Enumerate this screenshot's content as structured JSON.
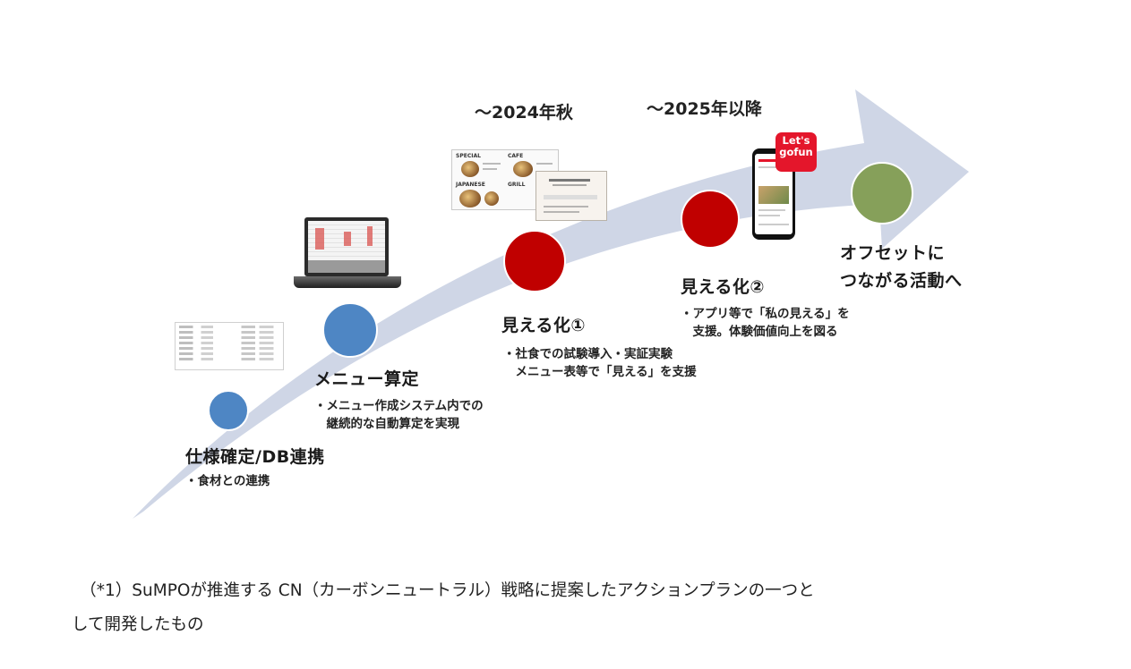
{
  "periods": {
    "p1": "～2024年秋",
    "p2": "～2025年以降"
  },
  "stages": [
    {
      "title": "仕様確定/DB連携",
      "notes": [
        "・食材との連携"
      ],
      "color": "#4e86c4"
    },
    {
      "title": "メニュー算定",
      "notes": [
        "・メニュー作成システム内での",
        "　継続的な自動算定を実現"
      ],
      "color": "#4e86c4"
    },
    {
      "title": "見える化①",
      "notes": [
        "・社食での試験導入・実証実験",
        "　メニュー表等で「見える」を支援"
      ],
      "color": "#c00000"
    },
    {
      "title": "見える化②",
      "notes": [
        "・アプリ等で「私の見える」を",
        "　支援。体験価値向上を図る"
      ],
      "color": "#c00000"
    },
    {
      "title_lines": [
        "オフセットに",
        "つながる活動へ"
      ],
      "color": "#86a05a"
    }
  ],
  "app_logo": {
    "line1": "Let's",
    "line2": "gofun",
    "color": "#e4162b"
  },
  "arrow_color": "#cfd6e6",
  "footnote": {
    "line1": "　（*1）SuMPOが推進する CN（カーボンニュートラル）戦略に提案したアクションプランの一つと",
    "line2": "して開発したもの"
  }
}
